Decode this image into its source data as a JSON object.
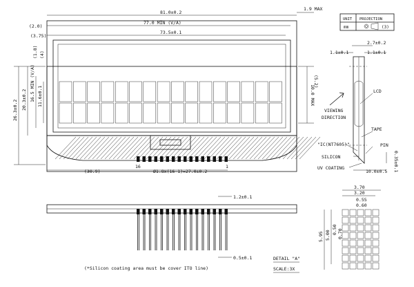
{
  "dimensions": {
    "overall_width": "81.0±0.2",
    "lcd_thickness_max": "1.9 MAX",
    "offset_left": "(2.0)",
    "viewing_area": "77.0 MIN (V/A)",
    "offset_left2": "(3.75)",
    "active_area": "73.5±0.1",
    "margin_top": "(1.8)",
    "margin_top2": "(4)",
    "vertical_active": "16.5 MIN (V/A)",
    "vertical_view": "11.6±0.1",
    "vertical_mid": "20.3±0.2",
    "total_height": "26.3±0.2",
    "right_gap": "(5.2)",
    "right_height": "10.0 MAX",
    "bottom_left": "(30.9)",
    "pin_pitch": "Ø1.8x(16-1)=27.0±0.2",
    "pin_num_left": "16",
    "pin_num_right": "1",
    "side_total": "2.7±0.2",
    "side_left": "1.1±0.1",
    "side_right": "1.1±0.1",
    "side_thick": "0.35±0.1",
    "side_bottom": "10.0±0.5",
    "pin_width": "1.2±0.1",
    "pin_thick": "0.5±0.1"
  },
  "labels": {
    "unit": "UNIT",
    "unit_value": "mm",
    "projection": "PROJECTION",
    "viewing_direction_1": "VIEWING",
    "viewing_direction_2": "DIRECTION",
    "lcd": "LCD",
    "tape": "TAPE",
    "ic": "\"IC(NT7605)\"",
    "silicon": "SILICON",
    "pin": "PIN",
    "uv_coating": "UV COATING",
    "note": "(*Silicon coating area must be cover ITO line)",
    "detail": "DETAIL \"A\"",
    "scale": "SCALE:3X",
    "projection_symbol": "(3)"
  },
  "detail_dims": {
    "d370": "3.70",
    "d320": "3.20",
    "d055": "0.55",
    "d060": "0.60",
    "d050": "0.50",
    "d070": "0.70",
    "d500": "5.00",
    "d595": "5.95"
  },
  "display": {
    "cols": 16,
    "rows": 2
  },
  "detail_grid": {
    "cols": 5,
    "rows": 8
  },
  "pins": {
    "count": 16
  }
}
